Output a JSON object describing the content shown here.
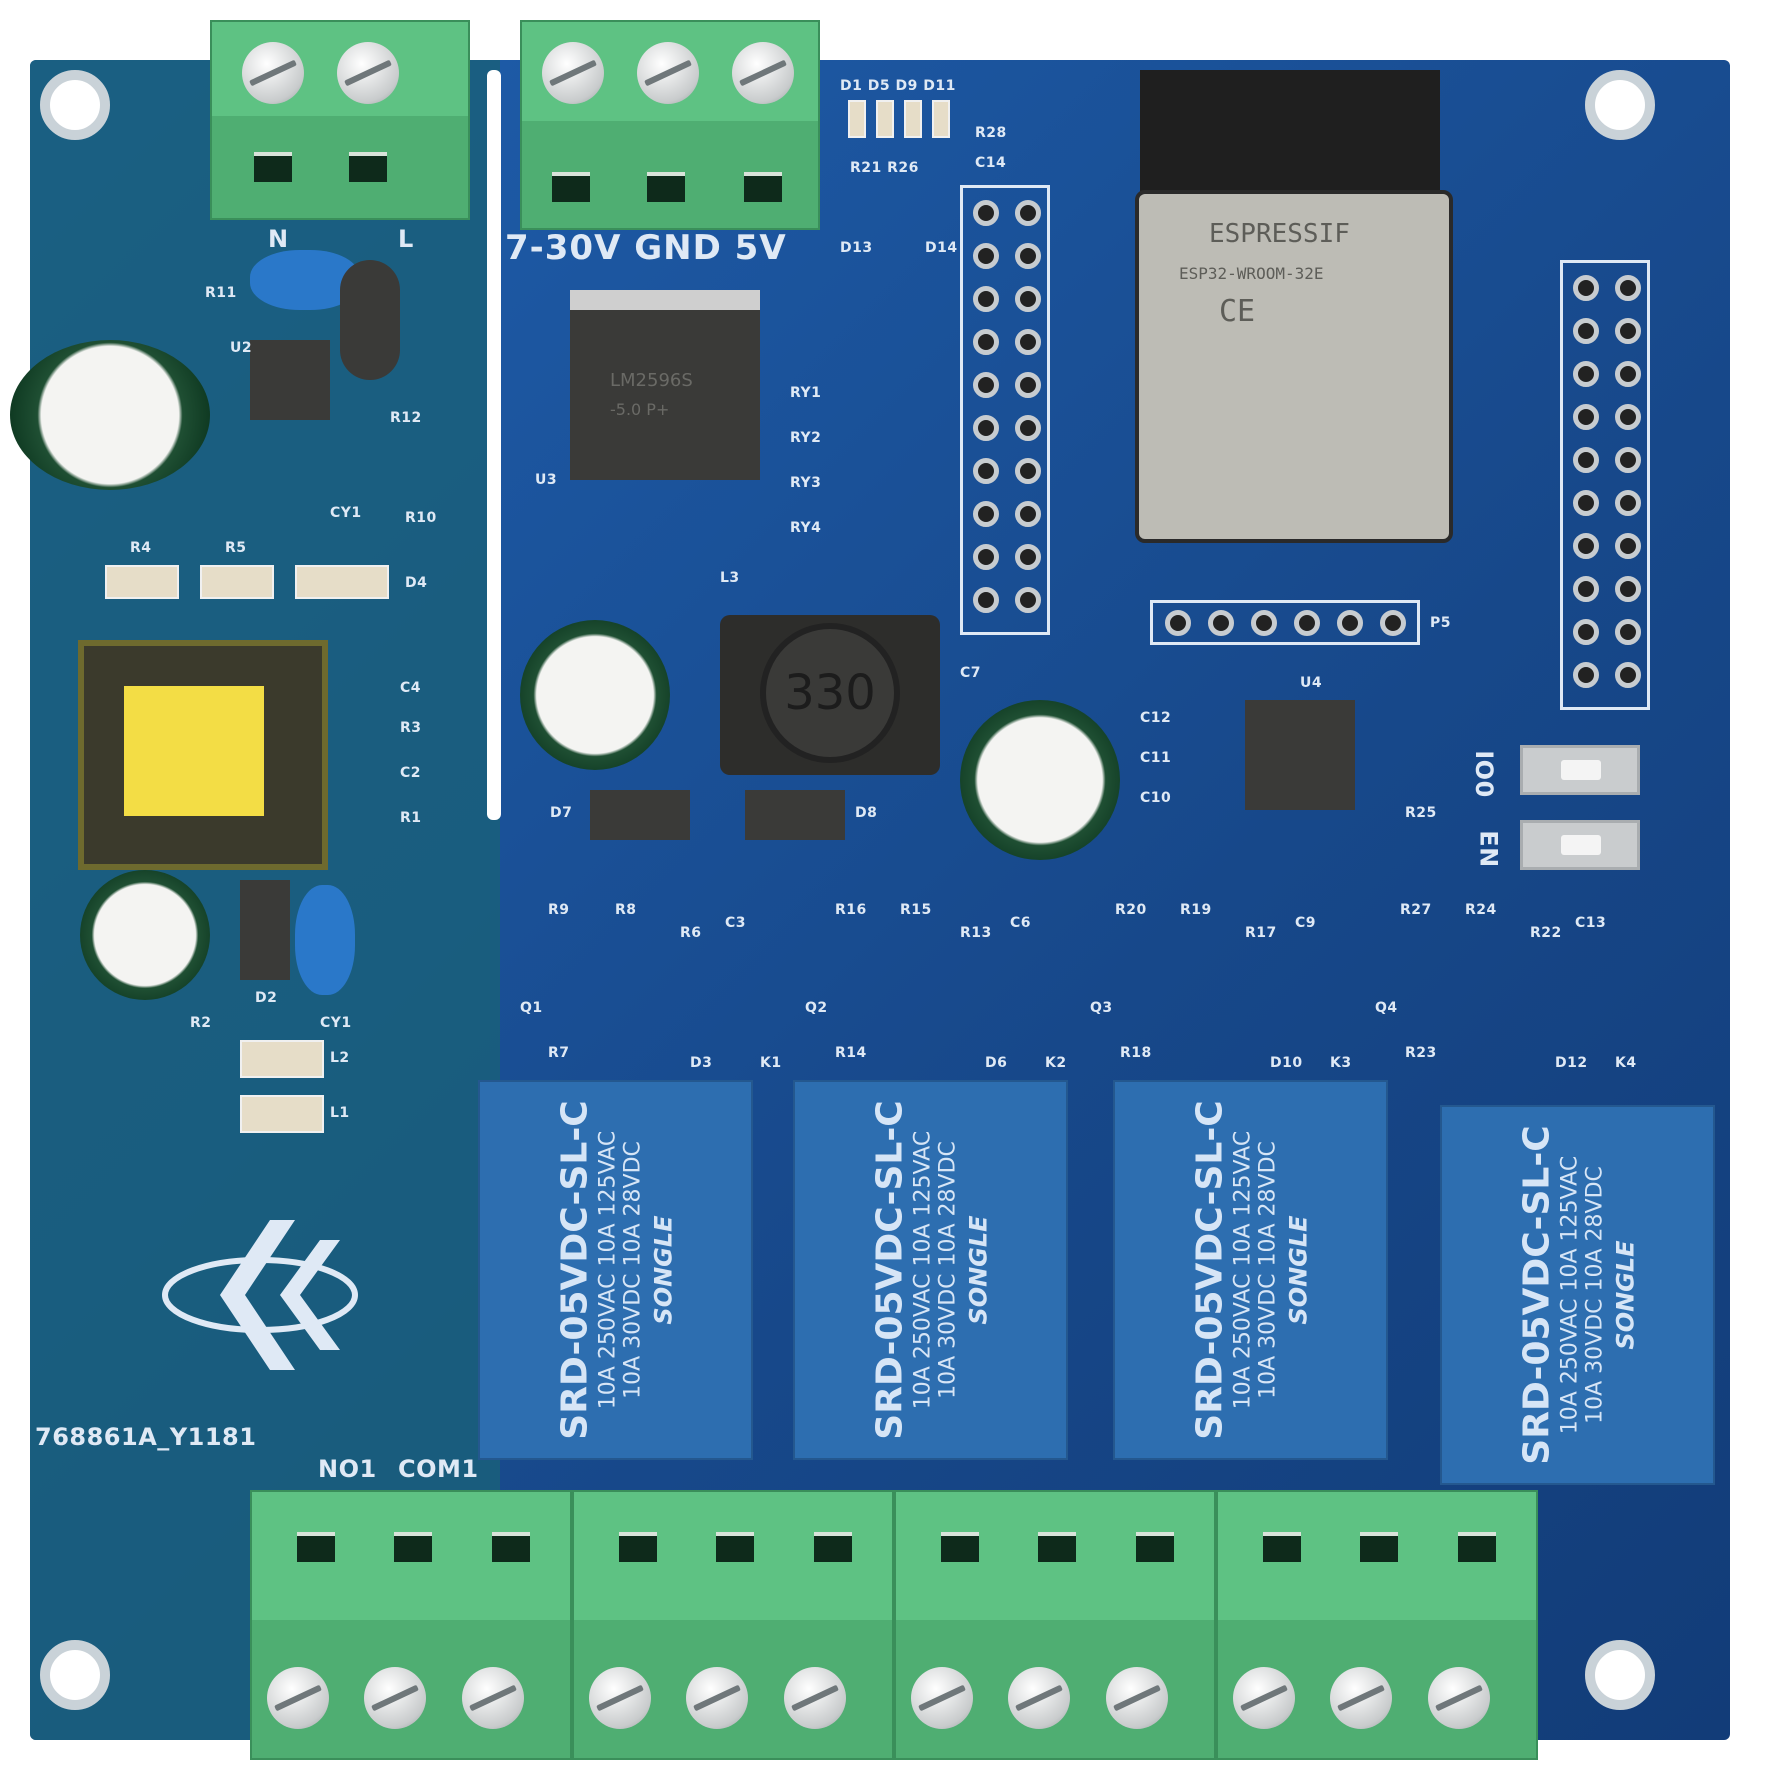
{
  "scene": {
    "description": "Photo of a 4-channel ESP32 relay board PCB",
    "board_color": "#1c57a0",
    "terminal_color": "#4fae72",
    "relay_color": "#2d6eb0"
  },
  "power_input": {
    "label": "7-30V GND 5V",
    "ac_terminal_labels": [
      "N",
      "L"
    ]
  },
  "mcu": {
    "brand": "ESPRESSIF",
    "model": "ESP32-WROOM-32E",
    "mark": "CE"
  },
  "regulator": {
    "ref": "U3",
    "marking_1": "LM2596S",
    "marking_2": "-5.0  P+"
  },
  "inductor": {
    "marking": "330",
    "ref": "L3"
  },
  "relay_indicators": [
    "RY1",
    "RY2",
    "RY3",
    "RY4"
  ],
  "buttons": [
    {
      "label": "IO0"
    },
    {
      "label": "EN"
    }
  ],
  "header_label": "P5",
  "board_id": "768861A_Y1181",
  "output_labels": [
    "NO1",
    "COM1"
  ],
  "relays": [
    {
      "ref": "K1",
      "brand": "SONGLE",
      "model": "SRD-05VDC-SL-C",
      "rating_1": "10A 250VAC  10A 125VAC",
      "rating_2": "10A 30VDC  10A 28VDC"
    },
    {
      "ref": "K2",
      "brand": "SONGLE",
      "model": "SRD-05VDC-SL-C",
      "rating_1": "10A 250VAC  10A 125VAC",
      "rating_2": "10A 30VDC  10A 28VDC"
    },
    {
      "ref": "K3",
      "brand": "SONGLE",
      "model": "SRD-05VDC-SL-C",
      "rating_1": "10A 250VAC  10A 125VAC",
      "rating_2": "10A 30VDC  10A 28VDC"
    },
    {
      "ref": "K4",
      "brand": "SONGLE",
      "model": "SRD-05VDC-SL-C",
      "rating_1": "10A 250VAC  10A 125VAC",
      "rating_2": "10A 30VDC  10A 28VDC"
    }
  ],
  "component_refs": {
    "top_leds": "D1 D5 D9 D11",
    "top_res": "R21 R26",
    "top_res2": "R28",
    "top_cap": "C14",
    "d13": "D13",
    "d14": "D14",
    "u2": "U2",
    "r11": "R11",
    "r12": "R12",
    "r10": "R10",
    "cy1a": "CY1",
    "r4": "R4",
    "r5": "R5",
    "d4": "D4",
    "c4": "C4",
    "r3": "R3",
    "c2": "C2",
    "r1": "R1",
    "d2": "D2",
    "cy1b": "CY1",
    "r2": "R2",
    "l2": "L2",
    "l1": "L1",
    "d7": "D7",
    "d8": "D8",
    "c7": "C7",
    "u4": "U4",
    "c12": "C12",
    "c11": "C11",
    "c10": "C10",
    "r25": "R25",
    "ch1": [
      "R9",
      "R8",
      "R6",
      "C3",
      "Q1",
      "R7",
      "D3"
    ],
    "ch2": [
      "R16",
      "R15",
      "R13",
      "C6",
      "Q2",
      "R14",
      "D6"
    ],
    "ch3": [
      "R20",
      "R19",
      "R17",
      "C9",
      "Q3",
      "R18",
      "D10"
    ],
    "ch4": [
      "R27",
      "R24",
      "R22",
      "C13",
      "Q4",
      "R23",
      "D12"
    ]
  }
}
